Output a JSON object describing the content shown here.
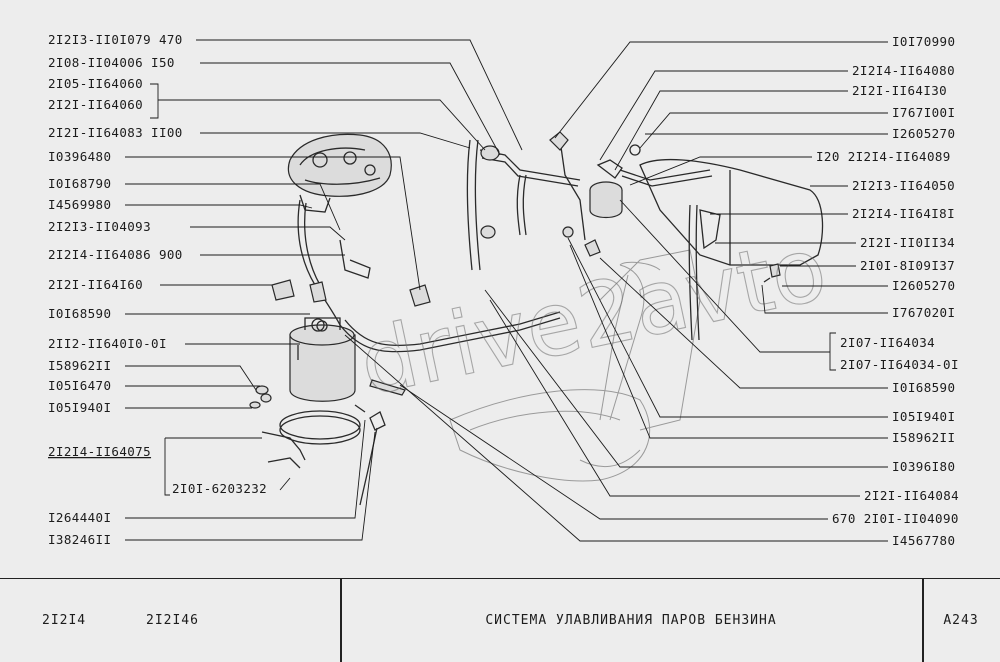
{
  "left_labels": [
    {
      "id": "l1",
      "text": "2I2I3-II0I079 470"
    },
    {
      "id": "l2",
      "text": "2I08-II04006  I50"
    },
    {
      "id": "l3",
      "text": "2I05-II64060"
    },
    {
      "id": "l4",
      "text": "2I2I-II64060"
    },
    {
      "id": "l5",
      "text": "2I2I-II64083 II00"
    },
    {
      "id": "l6",
      "text": "I0396480"
    },
    {
      "id": "l7",
      "text": "I0I68790"
    },
    {
      "id": "l8",
      "text": "I4569980"
    },
    {
      "id": "l9",
      "text": "2I2I3-II04093"
    },
    {
      "id": "l10",
      "text": "2I2I4-II64086 900"
    },
    {
      "id": "l11",
      "text": "2I2I-II64I60"
    },
    {
      "id": "l12",
      "text": "I0I68590"
    },
    {
      "id": "l13",
      "text": "2II2-II640I0-0I"
    },
    {
      "id": "l14",
      "text": "I58962II"
    },
    {
      "id": "l15",
      "text": "I05I6470"
    },
    {
      "id": "l16",
      "text": "I05I940I"
    },
    {
      "id": "l17",
      "text": "2I2I4-II64075"
    },
    {
      "id": "l18",
      "text": "2I0I-6203232"
    },
    {
      "id": "l19",
      "text": "I264440I"
    },
    {
      "id": "l20",
      "text": "I38246II"
    }
  ],
  "right_labels": [
    {
      "id": "r1",
      "text": "I0I70990"
    },
    {
      "id": "r2",
      "text": "2I2I4-II64080"
    },
    {
      "id": "r3",
      "text": "2I2I-II64I30"
    },
    {
      "id": "r4",
      "text": "I767I00I"
    },
    {
      "id": "r5",
      "text": "I2605270"
    },
    {
      "id": "r6",
      "text": "I20 2I2I4-II64089"
    },
    {
      "id": "r7",
      "text": "2I2I3-II64050"
    },
    {
      "id": "r8",
      "text": "2I2I4-II64I8I"
    },
    {
      "id": "r9",
      "text": "2I2I-II0II34"
    },
    {
      "id": "r10",
      "text": "2I0I-8I09I37"
    },
    {
      "id": "r11",
      "text": "I2605270"
    },
    {
      "id": "r12",
      "text": "I767020I"
    },
    {
      "id": "r13",
      "text": "2I07-II64034"
    },
    {
      "id": "r14",
      "text": "2I07-II64034-0I"
    },
    {
      "id": "r15",
      "text": "I0I68590"
    },
    {
      "id": "r16",
      "text": "I05I940I"
    },
    {
      "id": "r17",
      "text": "I58962II"
    },
    {
      "id": "r18",
      "text": "I0396I80"
    },
    {
      "id": "r19",
      "text": "2I2I-II64084"
    },
    {
      "id": "r20",
      "text": "670 2I0I-II04090"
    },
    {
      "id": "r21",
      "text": "I4567780"
    }
  ],
  "watermark": "drive2avto",
  "title_block": {
    "model_1": "2I2I4",
    "model_2": "2I2I46",
    "title": "СИСТЕМА  УЛАВЛИВАНИЯ  ПАРОВ  БЕНЗИНА",
    "sheet": "A243"
  }
}
